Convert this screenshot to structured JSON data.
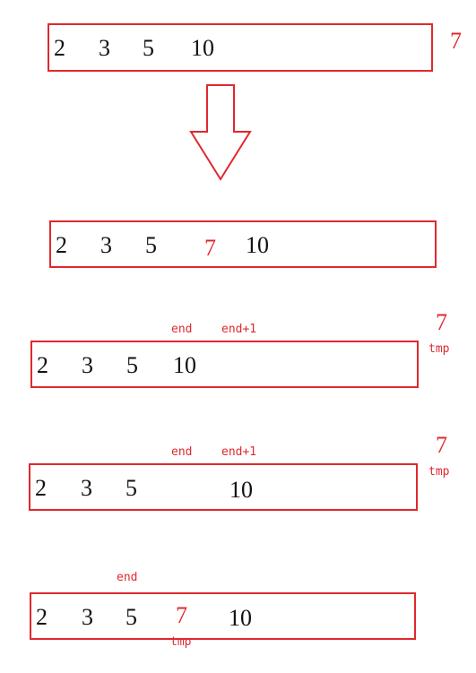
{
  "step1": {
    "values": [
      "2",
      "3",
      "5",
      "10"
    ],
    "insert_value": "7"
  },
  "step2": {
    "values": [
      "2",
      "3",
      "5",
      "7",
      "10"
    ]
  },
  "step3": {
    "values": [
      "2",
      "3",
      "5",
      "10"
    ],
    "end_label": "end",
    "end_plus_label": "end+1",
    "tmp_value": "7",
    "tmp_label": "tmp"
  },
  "step4": {
    "values": [
      "2",
      "3",
      "5",
      "10"
    ],
    "end_label": "end",
    "end_plus_label": "end+1",
    "tmp_value": "7",
    "tmp_label": "tmp"
  },
  "step5": {
    "values": [
      "2",
      "3",
      "5",
      "7",
      "10"
    ],
    "end_label": "end",
    "tmp_label": "tmp"
  },
  "colors": {
    "accent": "#e0282e",
    "text": "#111111"
  }
}
